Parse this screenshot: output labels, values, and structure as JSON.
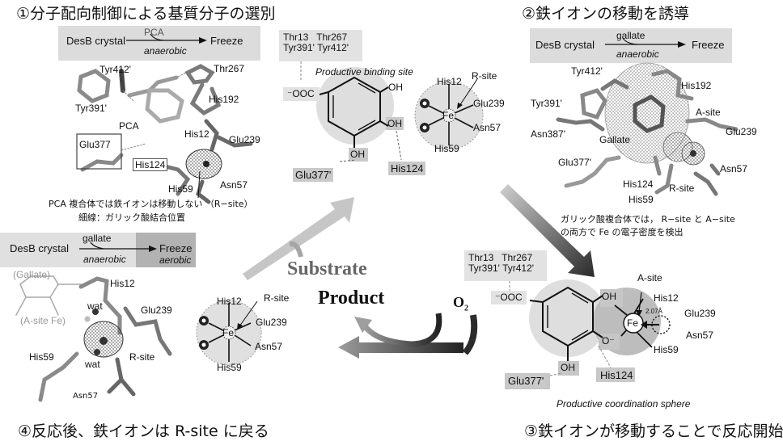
{
  "panels": {
    "p1": {
      "title": "①分子配向制御による基質分子の選別",
      "condition": {
        "start": "DesB crystal",
        "reagent": "PCA",
        "condition": "anaerobic",
        "end": "Freeze"
      },
      "labels": {
        "tyr412": "Tyr412'",
        "thr267": "Thr267",
        "his192": "His192",
        "tyr391": "Tyr391'",
        "pca": "PCA",
        "his12": "His12",
        "glu239": "Glu239",
        "glu377": "Glu377",
        "his124": "His124",
        "his59": "His59",
        "asn57": "Asn57"
      },
      "note_line1": "PCA 複合体では鉄イオンは移動しない （R−site）",
      "note_line2": "細線：ガリック酸結合位置"
    },
    "p2": {
      "title": "②鉄イオンの移動を誘導",
      "condition": {
        "start": "DesB crystal",
        "reagent": "gallate",
        "condition": "anaerobic",
        "end": "Freeze"
      },
      "labels": {
        "tyr412": "Tyr412'",
        "his192": "His192",
        "tyr391": "Tyr391'",
        "asite": "A-site",
        "glu239": "Glu239",
        "asn387": "Asn387'",
        "gallate": "Gallate",
        "glu377": "Glu377'",
        "asn57": "Asn57",
        "his124": "His124",
        "rsite": "R-site",
        "his59": "His59"
      },
      "note_line1": "ガリック酸複合体では， R−site と A−site",
      "note_line2": "の両方で Fe の電子密度を検出"
    },
    "p3": {
      "title": "③鉄イオンが移動することで反応開始",
      "residue_box": {
        "line1": "Thr13   Thr267",
        "line2": "Tyr391' Tyr412'"
      },
      "cooh": "⁻OOC",
      "oh_top": "OH",
      "o_minus": "O⁻",
      "oh_bottom": "OH",
      "glu377": "Glu377'",
      "his124": "His124",
      "asite": "A-site",
      "his12": "His12",
      "distance": "2.07Å",
      "fe": "Fe",
      "glu239": "Glu239",
      "asn57": "Asn57",
      "his59": "His59",
      "caption": "Productive coordination sphere"
    },
    "p4": {
      "title": "④反応後、鉄イオンは R-site に戻る",
      "condition": {
        "start": "DesB crystal",
        "reagent": "gallate",
        "condition": "anaerobic",
        "end": "Freeze",
        "end_condition": "aerobic"
      },
      "labels": {
        "gallate": "(Gallate)",
        "asite_fe": "(A-site Fe)",
        "his12": "His12",
        "wat_top": "wat",
        "glu239": "Glu239",
        "his59": "His59",
        "rsite": "R-site",
        "wat_bottom": "wat",
        "asn57": "Asn57"
      }
    }
  },
  "center_top": {
    "residue_box": {
      "line1": "Thr13   Thr267",
      "line2": "Tyr391' Tyr412'"
    },
    "caption": "Productive binding site",
    "cooh": "⁻OOC",
    "oh1": "OH",
    "oh2": "OH",
    "oh3": "OH",
    "glu377": "Glu377'",
    "his124": "His124",
    "fe_site": {
      "his12": "His12",
      "rsite": "R-site",
      "fe": "Fe",
      "glu239": "Glu239",
      "asn57": "Asn57",
      "his59": "His59"
    }
  },
  "center_cycle": {
    "substrate": "Substrate",
    "product": "Product",
    "o2": "O",
    "o2_sub": "2",
    "fe_site": {
      "his12": "His12",
      "rsite": "R-site",
      "fe": "Fe",
      "glu239": "Glu239",
      "asn57": "Asn57",
      "his59": "His59"
    }
  },
  "colors": {
    "light_gray": "#c8c8c8",
    "mid_gray": "#9a9a9a",
    "dark": "#2b2b2b",
    "box": "#dcdcdc"
  }
}
